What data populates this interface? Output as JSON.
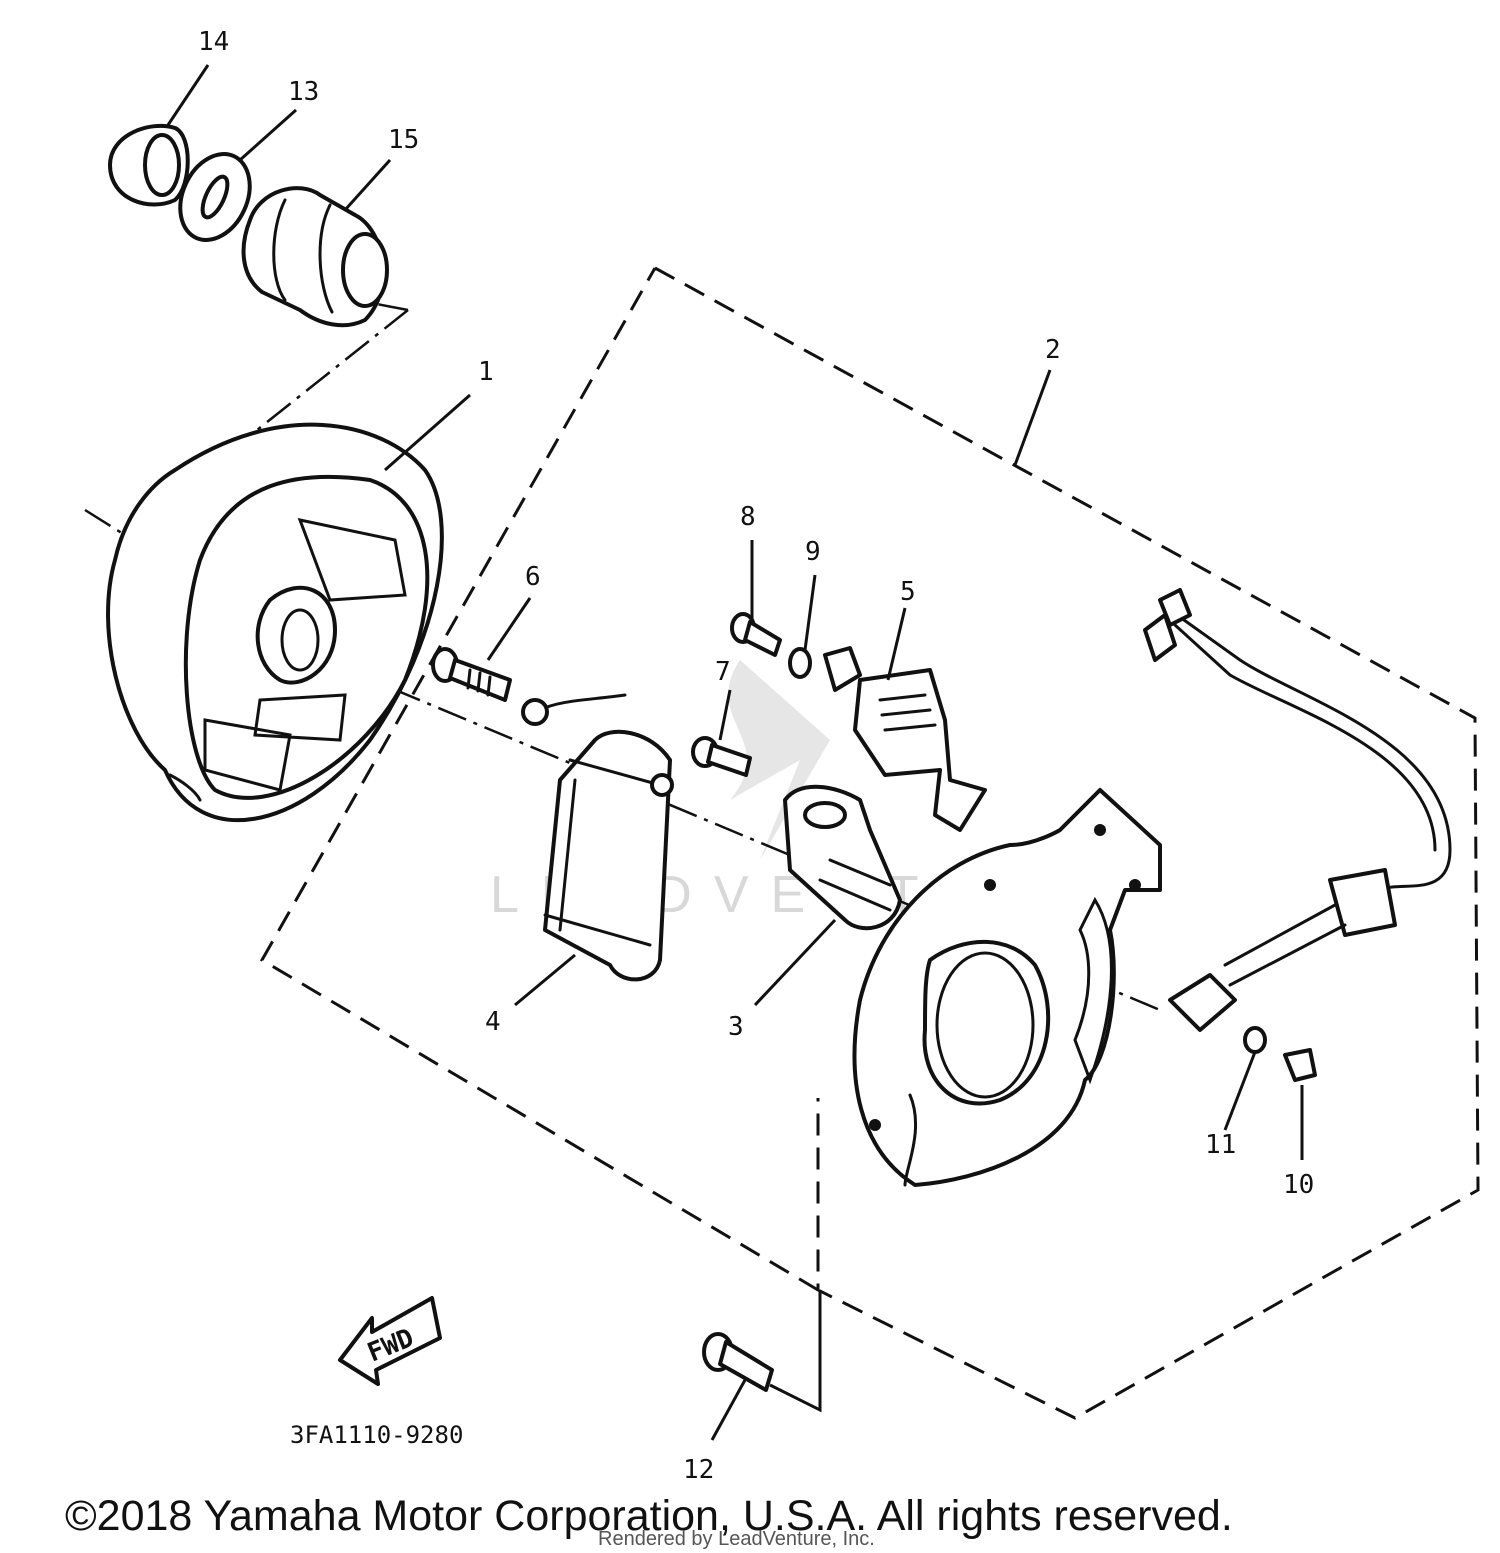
{
  "diagram": {
    "callouts": [
      {
        "id": "c1",
        "label": "1"
      },
      {
        "id": "c2",
        "label": "2"
      },
      {
        "id": "c3",
        "label": "3"
      },
      {
        "id": "c4",
        "label": "4"
      },
      {
        "id": "c5",
        "label": "5"
      },
      {
        "id": "c6",
        "label": "6"
      },
      {
        "id": "c7",
        "label": "7"
      },
      {
        "id": "c8",
        "label": "8"
      },
      {
        "id": "c9",
        "label": "9"
      },
      {
        "id": "c10",
        "label": "10"
      },
      {
        "id": "c11",
        "label": "11"
      },
      {
        "id": "c12",
        "label": "12"
      },
      {
        "id": "c13",
        "label": "13"
      },
      {
        "id": "c14",
        "label": "14"
      },
      {
        "id": "c15",
        "label": "15"
      }
    ],
    "fwd_label": "FWD",
    "drawing_code": "3FA1110-9280",
    "watermark": "LEADVENTURE",
    "copyright": "©2018 Yamaha Motor Corporation, U.S.A. All rights reserved.",
    "rendered_by": "Rendered by LeadVenture, Inc."
  }
}
